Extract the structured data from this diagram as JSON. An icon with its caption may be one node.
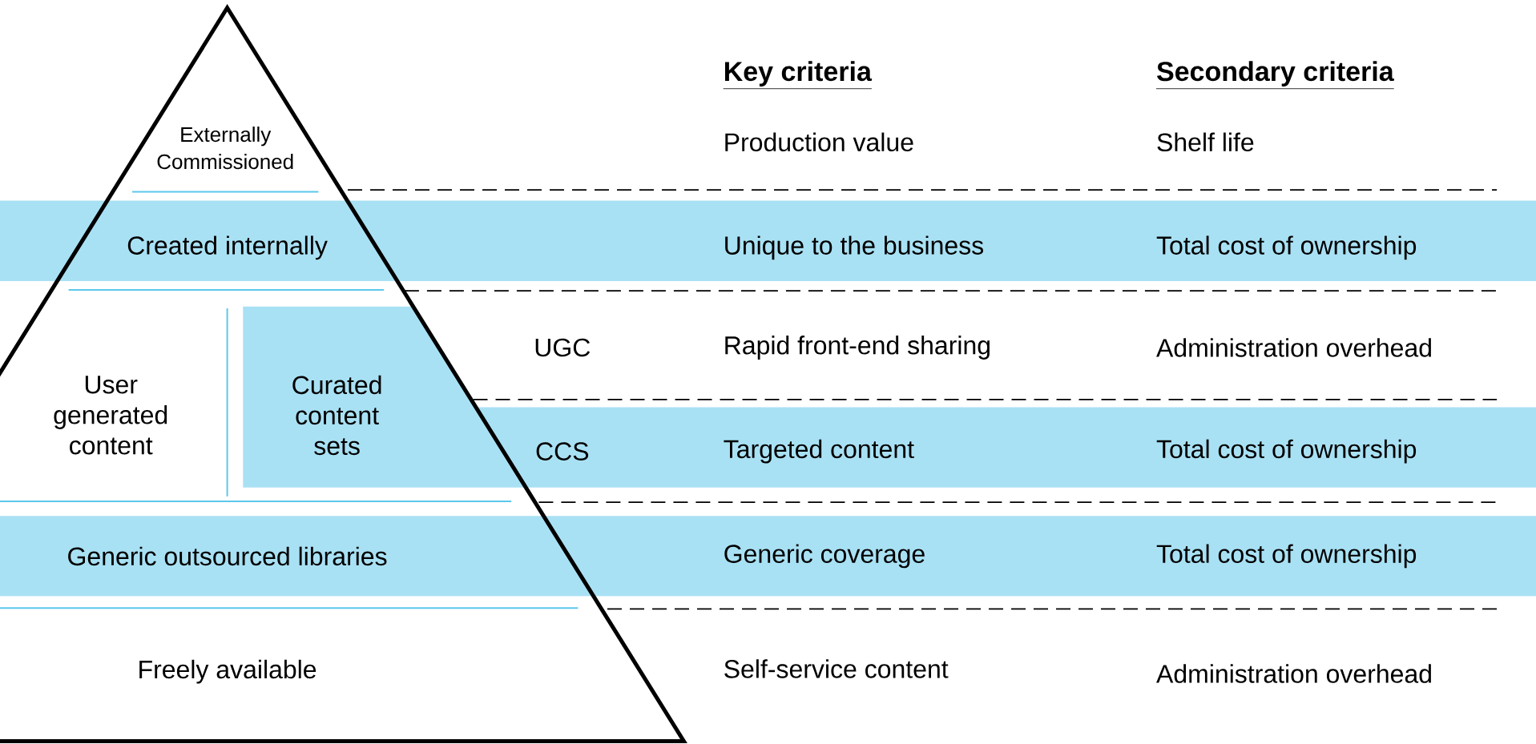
{
  "diagram": {
    "nodes": [
      {
        "text": [],
        "shape": "triangle"
      },
      {
        "text": [
          "Created internally",
          "Unique to the business",
          "Total cost of ownership"
        ]
      },
      {
        "text": [
          "Curated content sets",
          "CCS",
          "Targeted content",
          "Total cost of ownership"
        ]
      },
      {
        "text": [
          "Generic outsourced libraries",
          "Generic coverage",
          "Total cost of ownership"
        ]
      }
    ],
    "labels": [
      "Key criteria",
      "Secondary criteria",
      "Externally Commissioned",
      "Production value",
      "Shelf life",
      "User generated content",
      "UGC",
      "Rapid front-end sharing",
      "Administration overhead",
      "Freely available",
      "Self-service content",
      "Administration overhead"
    ]
  }
}
